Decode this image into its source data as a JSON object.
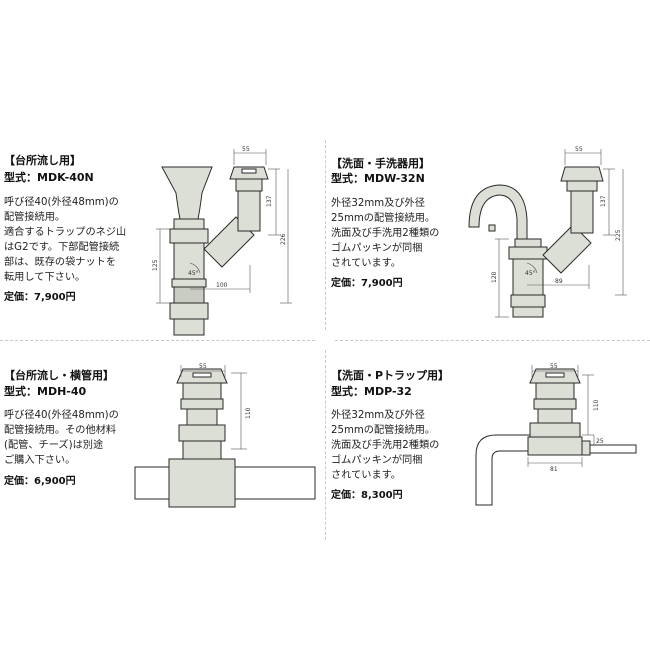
{
  "products": [
    {
      "title": "【台所流し用】",
      "model": "型式：MDK-40N",
      "desc": [
        "呼び径40(外径48mm)の",
        "配管接続用。",
        "適合するトラップのネジ山",
        "はG2です。下部配管接続",
        "部は、既存の袋ナットを",
        "転用して下さい。"
      ],
      "price": "定価：7,900円",
      "dims": {
        "top": "55",
        "right_upper": "137",
        "right_total": "226",
        "left": "125",
        "angle": "45°",
        "bottom": "100"
      }
    },
    {
      "title": "【洗面・手洗器用】",
      "model": "型式：MDW-32N",
      "desc": [
        "外径32mm及び外径",
        "25mmの配管接続用。",
        "洗面及び手洗用2種類の",
        "ゴムパッキンが同梱",
        "されています。"
      ],
      "price": "定価：7,900円",
      "dims": {
        "top": "55",
        "right_upper": "137",
        "right_total": "225",
        "left": "120",
        "angle": "45°",
        "bottom": "89"
      }
    },
    {
      "title": "【台所流し・横管用】",
      "model": "型式：MDH-40",
      "desc": [
        "呼び径40(外径48mm)の",
        "配管接続用。その他材料",
        "(配管、チーズ)は別途",
        "ご購入下さい。"
      ],
      "price": "定価：6,900円",
      "dims": {
        "top": "55",
        "right": "110"
      }
    },
    {
      "title": "【洗面・Pトラップ用】",
      "model": "型式：MDP-32",
      "desc": [
        "外径32mm及び外径",
        "25mmの配管接続用。",
        "洗面及び手洗用2種類の",
        "ゴムパッキンが同梱",
        "されています。"
      ],
      "price": "定価：8,300円",
      "dims": {
        "top": "55",
        "right": "110",
        "side": "25",
        "bottom": "81"
      }
    }
  ],
  "colors": {
    "part_fill": "#dcdfd6",
    "outline": "#2a2a2a",
    "dim_line": "#555555",
    "divider": "#c8c8c8"
  }
}
